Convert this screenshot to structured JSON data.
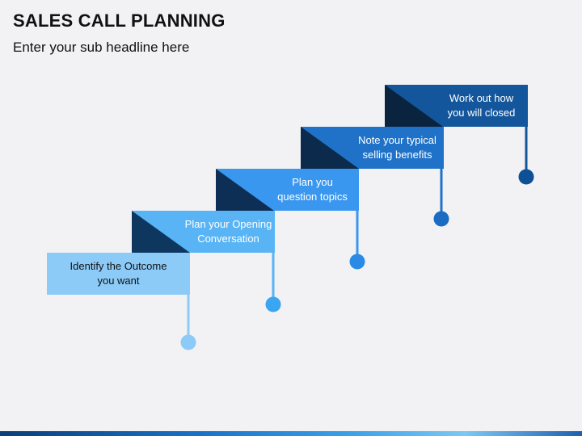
{
  "header": {
    "title": "SALES CALL PLANNING",
    "subtitle": "Enter your sub headline here"
  },
  "steps": [
    {
      "label": "Identify the Outcome\nyou want",
      "color": "#8ccaf7",
      "shade": "#6fb3e8",
      "dot": "#8ccaf7",
      "text_color": "#111111"
    },
    {
      "label": "Plan your Opening\nConversation",
      "color": "#58b4f5",
      "shade": "#0e3760",
      "dot": "#3aa6f1",
      "text_color": "#ffffff"
    },
    {
      "label": "Plan you\nquestion topics",
      "color": "#3a97ef",
      "shade": "#0e2f55",
      "dot": "#2b8ae6",
      "text_color": "#ffffff"
    },
    {
      "label": "Note your typical\nselling benefits",
      "color": "#1f72c8",
      "shade": "#0c2a4c",
      "dot": "#1a6cc2",
      "text_color": "#ffffff"
    },
    {
      "label": "Work out how\nyou will closed",
      "color": "#14569c",
      "shade": "#0a2440",
      "dot": "#0f4f95",
      "text_color": "#ffffff"
    }
  ]
}
